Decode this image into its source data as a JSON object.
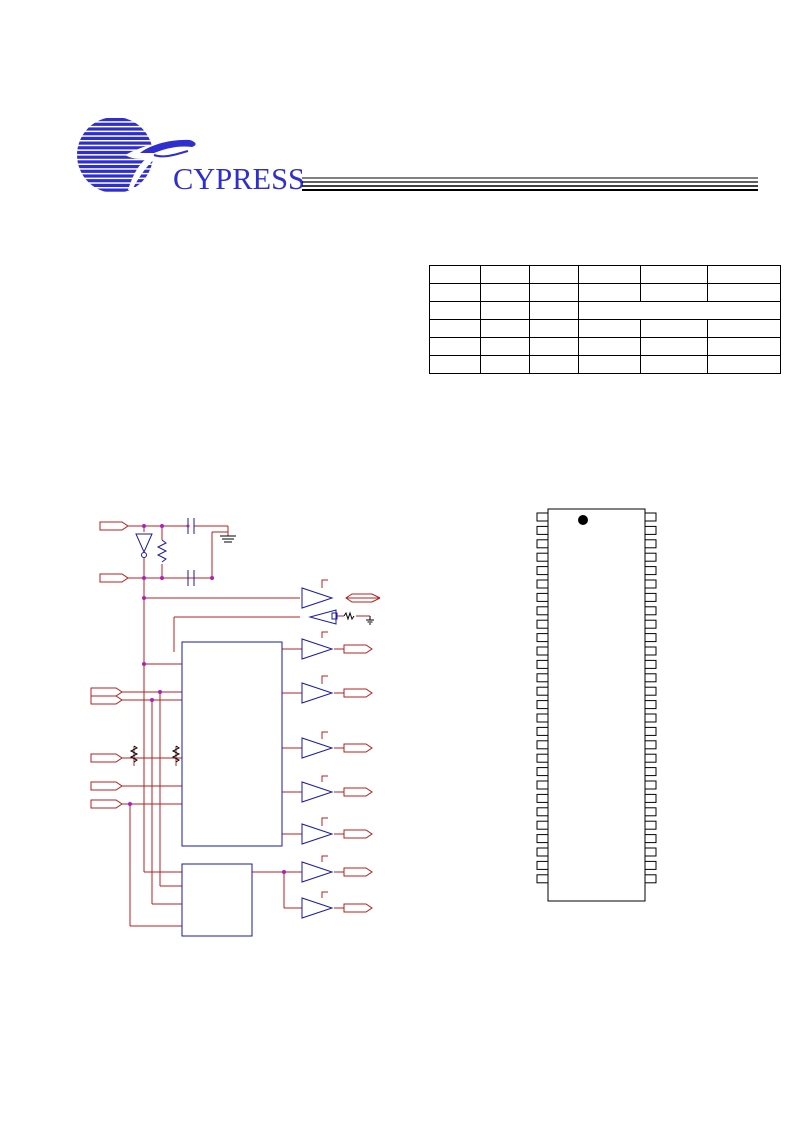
{
  "logo": {
    "company": "CYPRESS",
    "color": "#2f2fd0"
  },
  "table": {
    "col_widths": [
      50,
      48,
      48,
      61,
      66,
      72
    ],
    "rows": [
      {
        "cells": [
          {
            "text": ""
          },
          {
            "text": ""
          },
          {
            "text": ""
          },
          {
            "text": ""
          },
          {
            "text": ""
          },
          {
            "text": ""
          }
        ]
      },
      {
        "cells": [
          {
            "text": ""
          },
          {
            "text": ""
          },
          {
            "text": ""
          },
          {
            "text": ""
          },
          {
            "text": ""
          },
          {
            "text": ""
          }
        ]
      },
      {
        "cells": [
          {
            "text": ""
          },
          {
            "text": ""
          },
          {
            "text": ""
          },
          {
            "text": "",
            "span": 3
          }
        ]
      },
      {
        "cells": [
          {
            "text": ""
          },
          {
            "text": ""
          },
          {
            "text": ""
          },
          {
            "text": ""
          },
          {
            "text": ""
          },
          {
            "text": ""
          }
        ]
      },
      {
        "cells": [
          {
            "text": ""
          },
          {
            "text": ""
          },
          {
            "text": ""
          },
          {
            "text": ""
          },
          {
            "text": ""
          },
          {
            "text": ""
          }
        ]
      },
      {
        "cells": [
          {
            "text": ""
          },
          {
            "text": ""
          },
          {
            "text": ""
          },
          {
            "text": ""
          },
          {
            "text": ""
          },
          {
            "text": ""
          }
        ]
      }
    ]
  },
  "block_diagram": {
    "wire_color": "#b02020",
    "component_color": "#1a1aa0",
    "junction_color": "#b020b0"
  },
  "pinout": {
    "pins_per_side": 28
  }
}
